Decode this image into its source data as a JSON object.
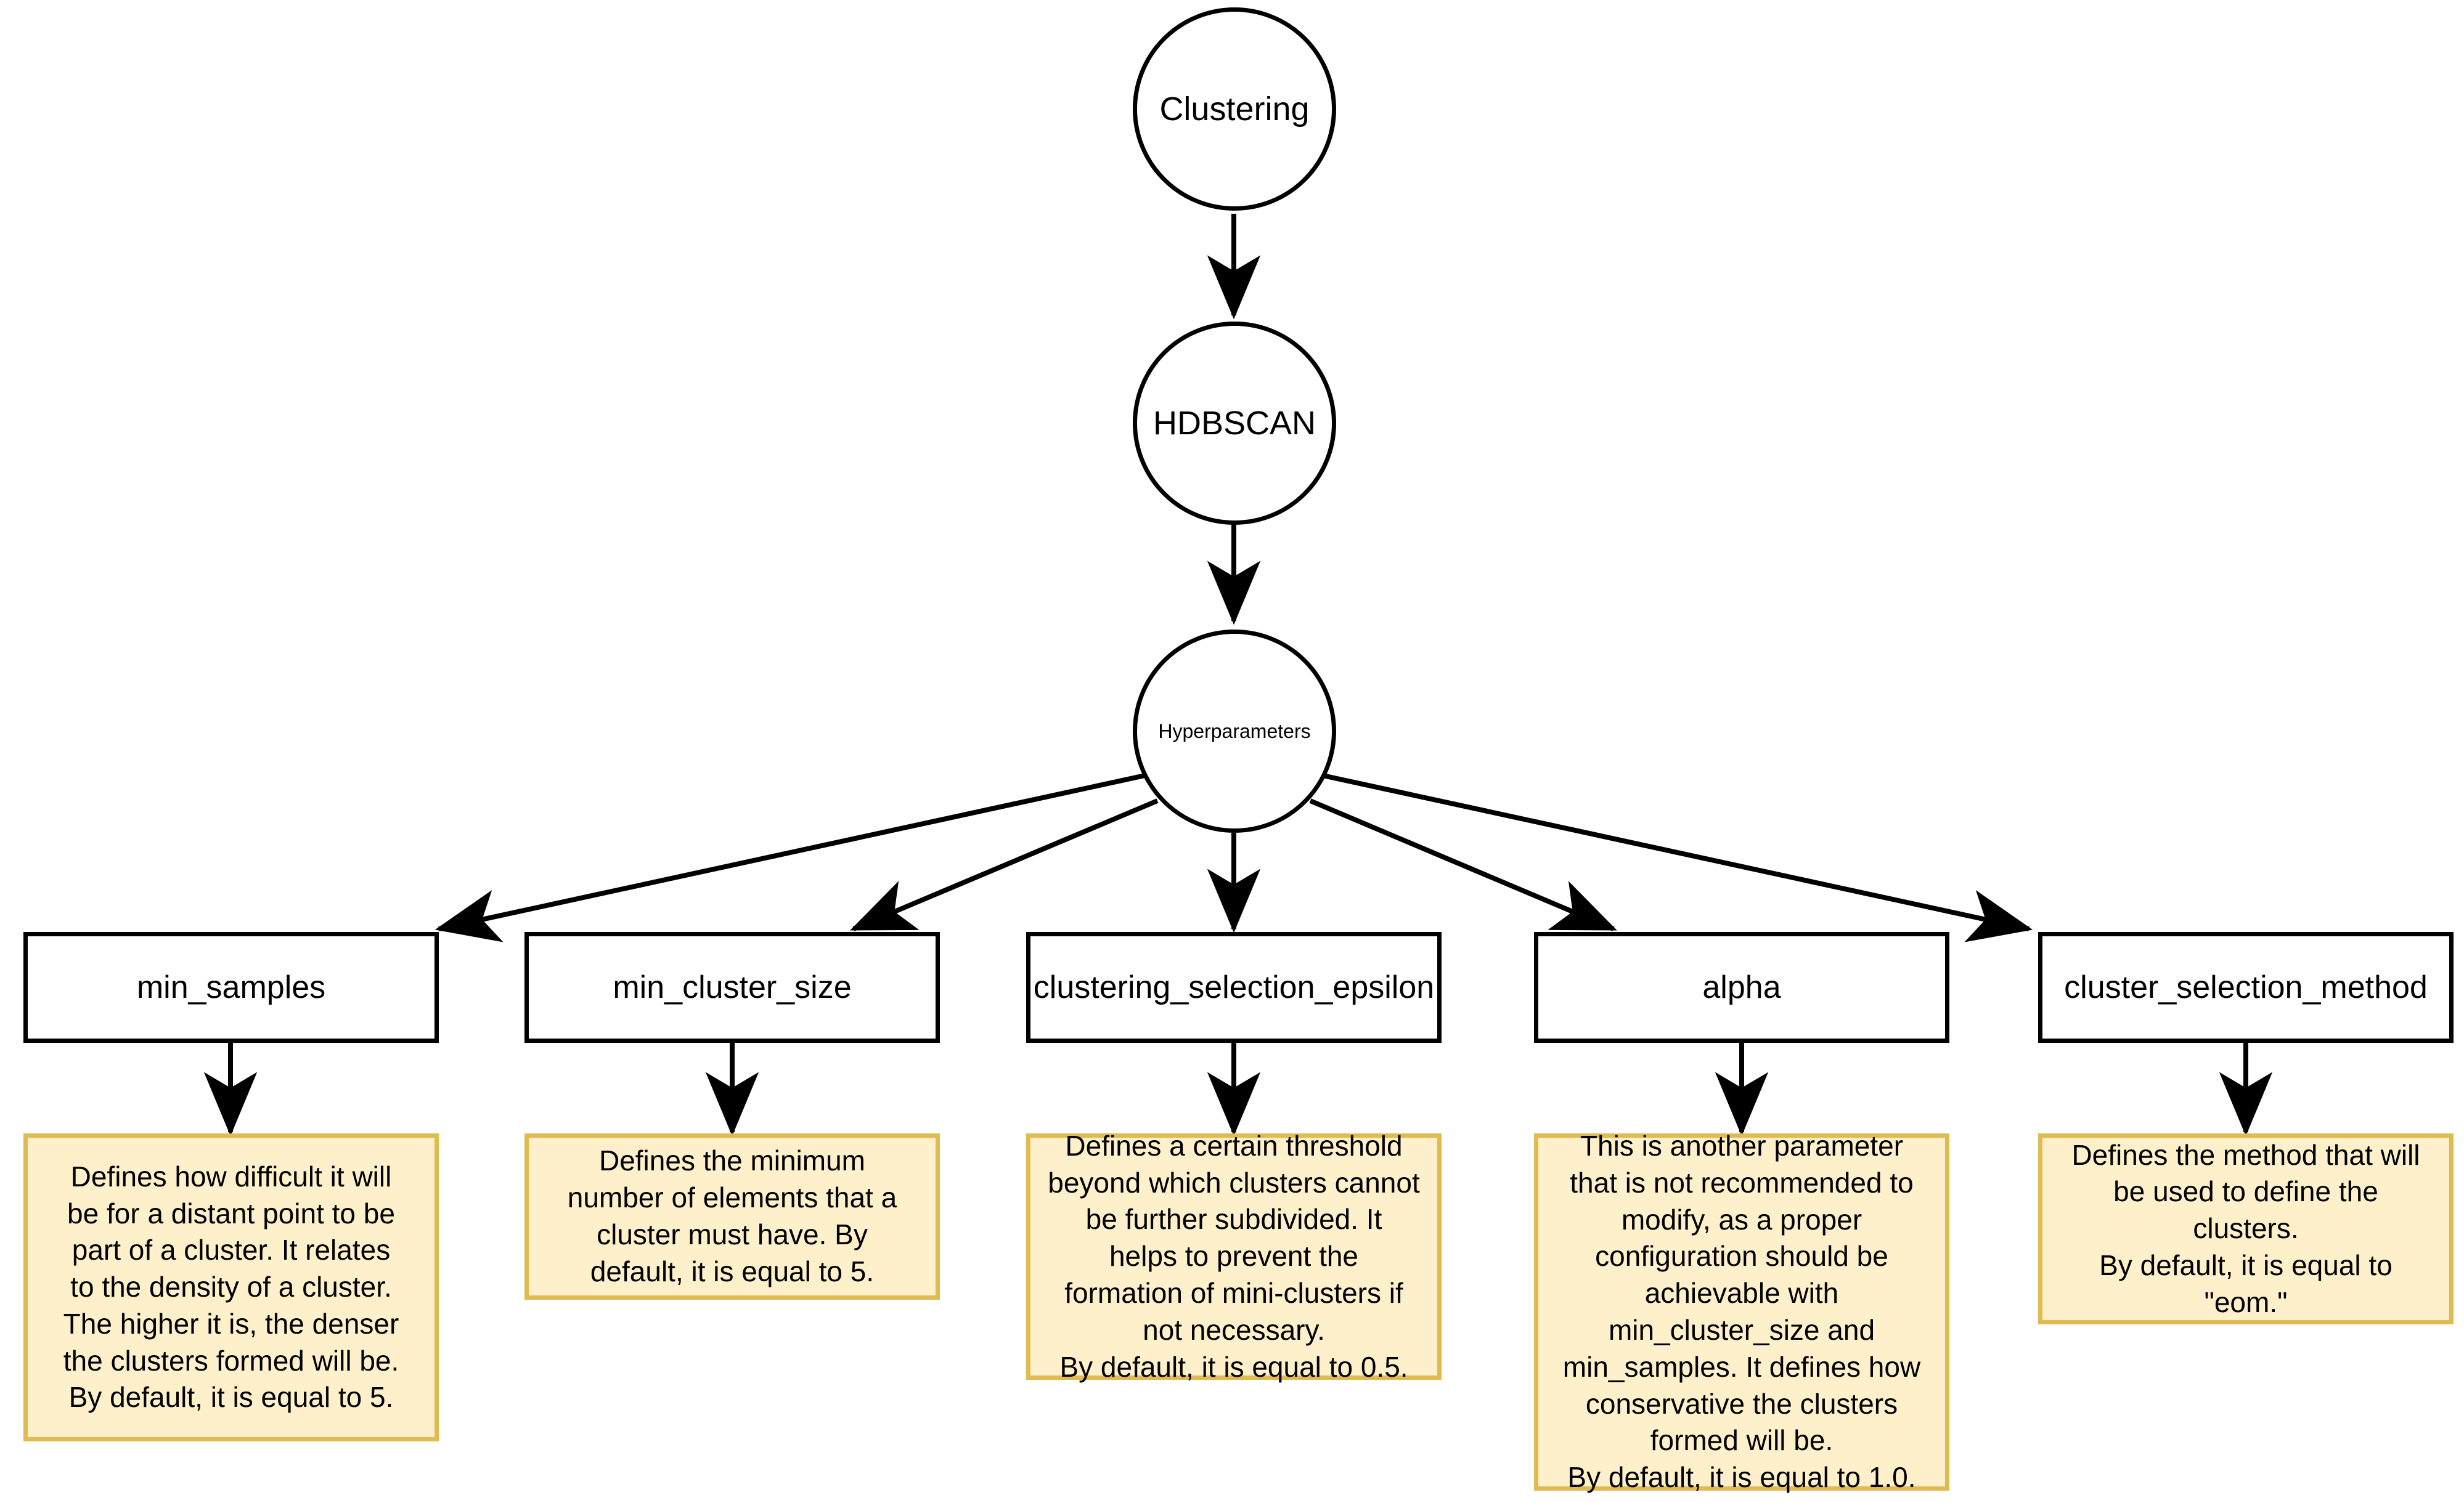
{
  "diagram": {
    "title_node": "Clustering",
    "algorithm_node": "HDBSCAN",
    "group_node": "Hyperparameters",
    "accent_note_fill": "#fdf0ca",
    "accent_note_border": "#e0bb52",
    "line_color": "#000000",
    "parameters": [
      {
        "name": "min_samples",
        "description": "Defines how difficult it will\nbe for a distant point to be\npart of a cluster. It relates\nto the density of a cluster.\nThe higher it is, the denser\nthe clusters formed will be.\nBy default, it is equal to 5."
      },
      {
        "name": "min_cluster_size",
        "description": "Defines the minimum\nnumber of elements that a\ncluster must have. By\ndefault, it is equal to 5."
      },
      {
        "name": "clustering_selection_epsilon",
        "description": "Defines a certain threshold\nbeyond which clusters cannot\nbe further subdivided. It\nhelps to prevent the\nformation of mini-clusters if\nnot necessary.\nBy default, it is equal to 0.5."
      },
      {
        "name": "alpha",
        "description": "This is another parameter\nthat is not recommended to\nmodify, as a proper\nconfiguration should be\nachievable with\nmin_cluster_size and\nmin_samples. It defines how\nconservative the clusters\nformed will be.\nBy default, it is equal to 1.0."
      },
      {
        "name": "cluster_selection_method",
        "description": "Defines the method that will\nbe used to define the\nclusters.\nBy default, it is equal to\n\"eom.\""
      }
    ]
  }
}
